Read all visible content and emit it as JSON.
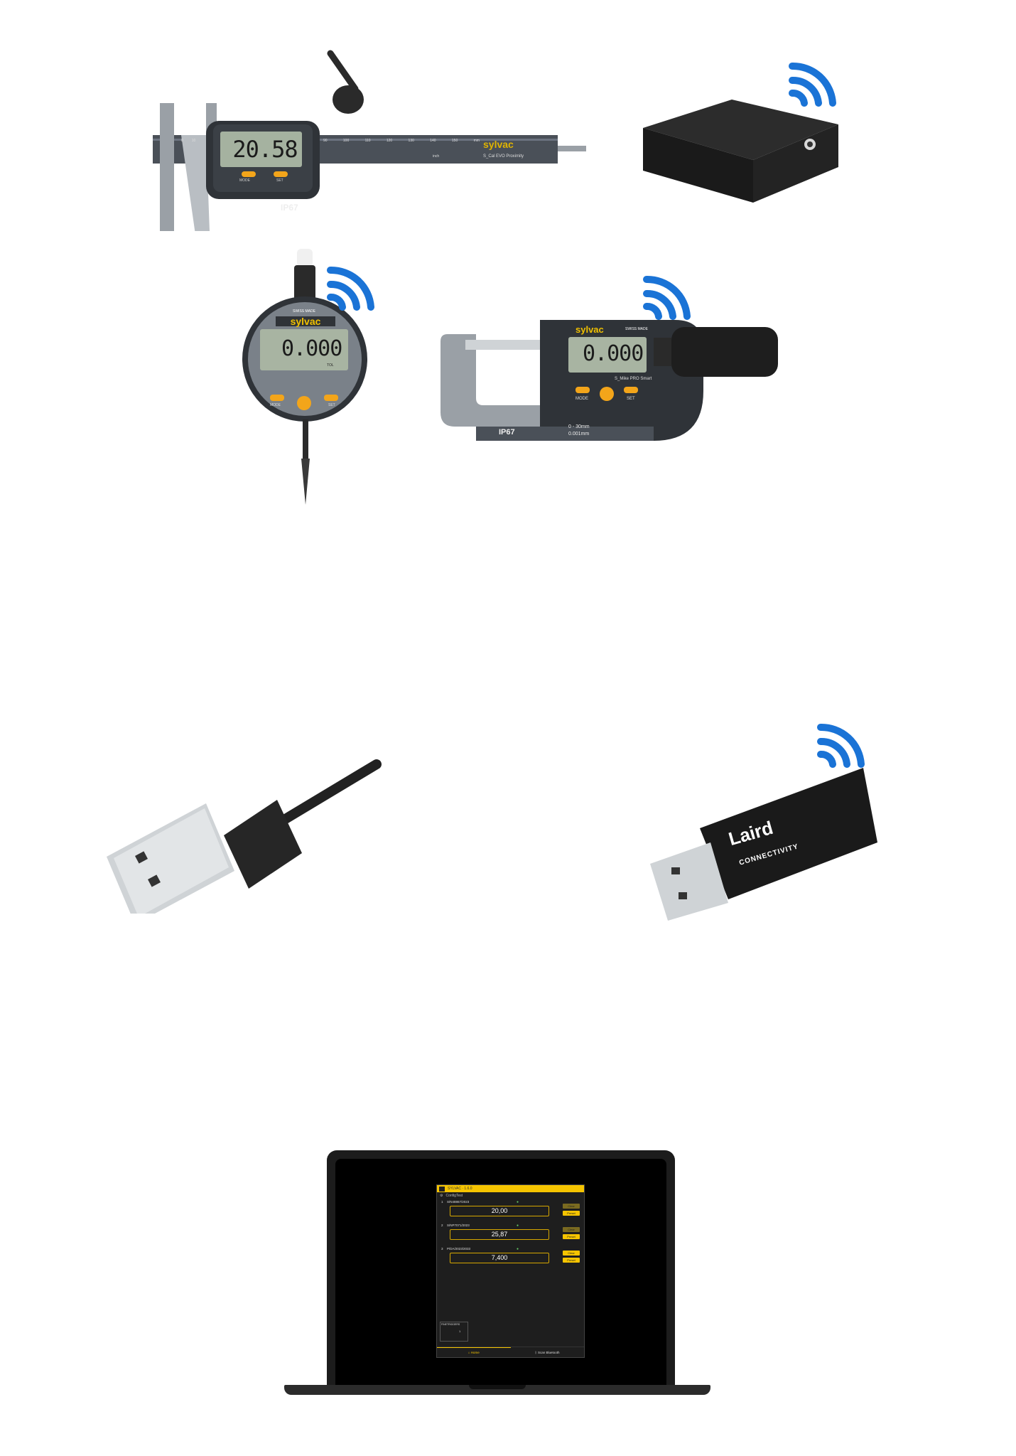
{
  "caliper": {
    "display": "20.58",
    "brand": "sylvac",
    "rating": "IP67",
    "model": "S_Cal EVO Proximity",
    "buttons": [
      "MODE",
      "SET"
    ],
    "scale": [
      "0",
      "10",
      "90",
      "100",
      "110",
      "120",
      "130",
      "140",
      "150"
    ],
    "unit_mm": "mm",
    "unit_inch": "inch"
  },
  "indicator": {
    "display": "0.000",
    "brand": "sylvac",
    "badge": "SWISS MADE",
    "sub": "TOL",
    "buttons": [
      "MODE",
      "SET"
    ]
  },
  "micrometer": {
    "display": "0.000",
    "brand": "sylvac",
    "badge": "SWISS MADE",
    "model": "S_Mike PRO Smart",
    "rating": "IP67",
    "range": "0 - 30mm",
    "resolution": "0.001mm",
    "buttons": [
      "MODE",
      "SET"
    ]
  },
  "dongle": {
    "brand": "Laird",
    "sub": "CONNECTIVITY"
  },
  "app": {
    "title": "SYLVAC · 1.6.0",
    "config": "ConfigTest",
    "instruments": [
      {
        "index": "1",
        "serial": "S/N48867/2023",
        "value": "20,00",
        "clear": "Clear",
        "preset": "Preset"
      },
      {
        "index": "2",
        "serial": "S/NP7071/2023",
        "value": "25,87",
        "clear": "Clear",
        "preset": "Preset"
      },
      {
        "index": "3",
        "serial": "P/DA/2023/2033",
        "value": "7,400",
        "clear": "Clear",
        "preset": "Preset"
      }
    ],
    "footswitch": "FINETRIGGERS",
    "footswitch_count": "1",
    "nav_home": "Home",
    "nav_scan": "Scan Bluetooth"
  },
  "colors": {
    "wifi": "#1a73d6",
    "accent": "#f5c400",
    "button_orange": "#f39c12"
  }
}
